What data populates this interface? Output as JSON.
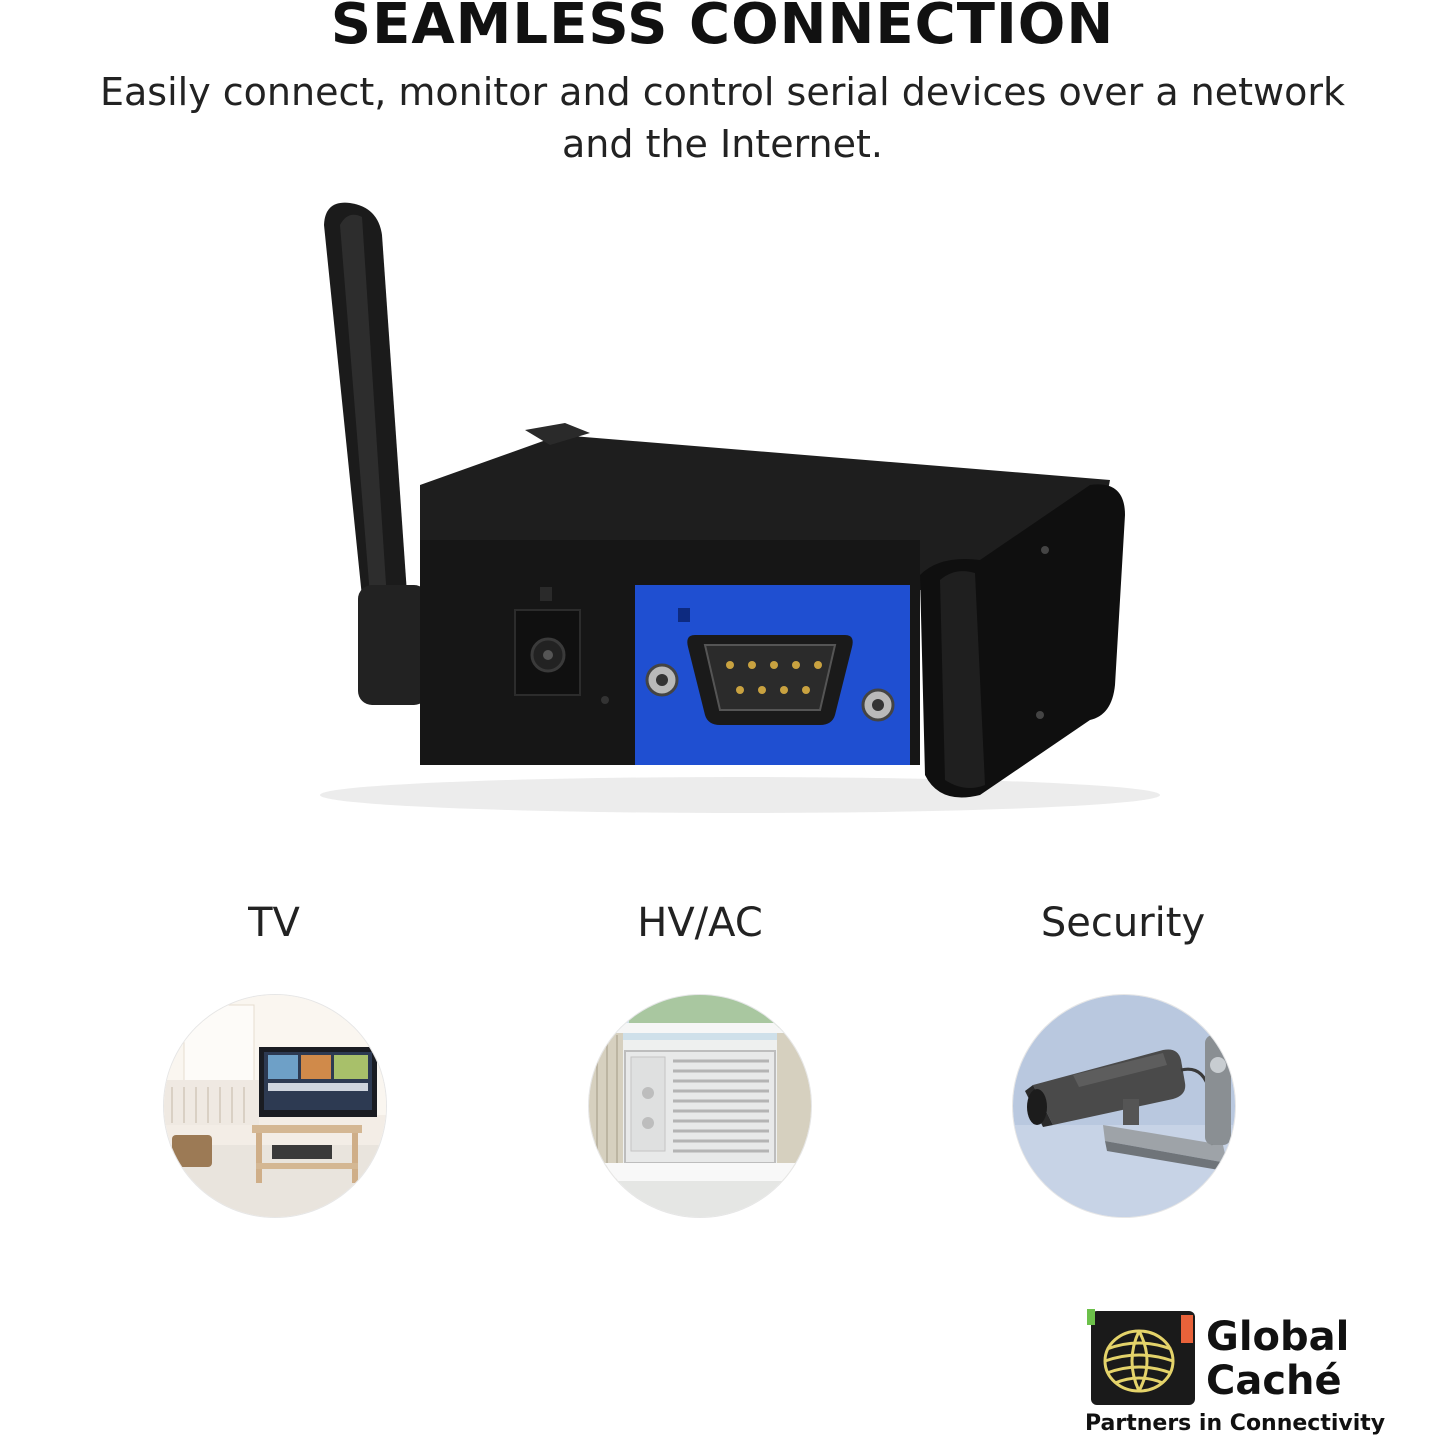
{
  "header": {
    "title": "SEAMLESS CONNECTION",
    "subtitle_line1": "Easily connect, monitor and control serial devices over a network",
    "subtitle_line2": "and the Internet."
  },
  "categories": [
    {
      "label": "TV",
      "icon": "tv-room-photo"
    },
    {
      "label": "HV/AC",
      "icon": "air-conditioner-photo"
    },
    {
      "label": "Security",
      "icon": "security-camera-photo"
    }
  ],
  "brand": {
    "name_line1": "Global",
    "name_line2": "Caché",
    "tagline": "Partners in Connectivity",
    "accent_color": "#e8623a"
  },
  "colors": {
    "device_body": "#141414",
    "serial_panel": "#1f4fd1"
  }
}
